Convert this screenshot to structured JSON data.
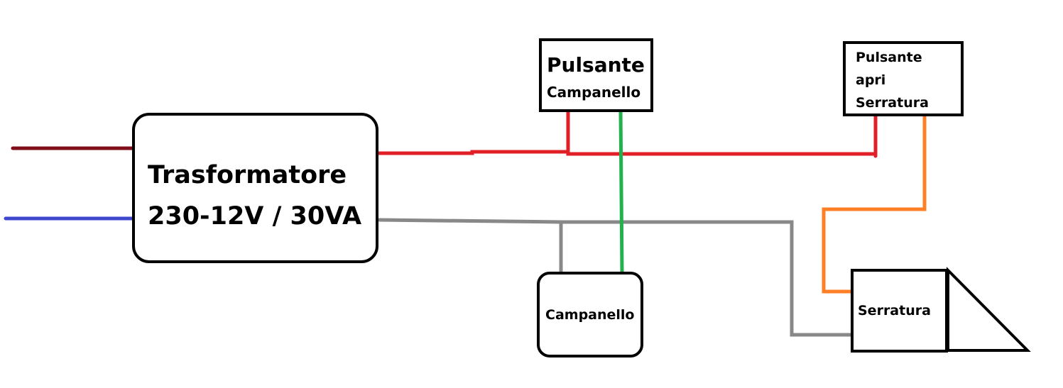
{
  "components": {
    "transformer": {
      "line1": "Trasformatore",
      "line2": "230-12V / 30VA"
    },
    "bell_button": {
      "line1": "Pulsante",
      "line2": "Campanello"
    },
    "lock_button": {
      "line1": "Pulsante",
      "line2": "apri",
      "line3": "Serratura"
    },
    "bell": {
      "label": "Campanello"
    },
    "lock": {
      "label": "Serratura"
    }
  },
  "colors": {
    "mains_live": "#7f0e1a",
    "mains_neutral": "#3f48cc",
    "supply_12v": "#e01f26",
    "common": "#888888",
    "bell_signal": "#22b14c",
    "lock_signal": "#ff7f27",
    "outline": "#000000"
  }
}
